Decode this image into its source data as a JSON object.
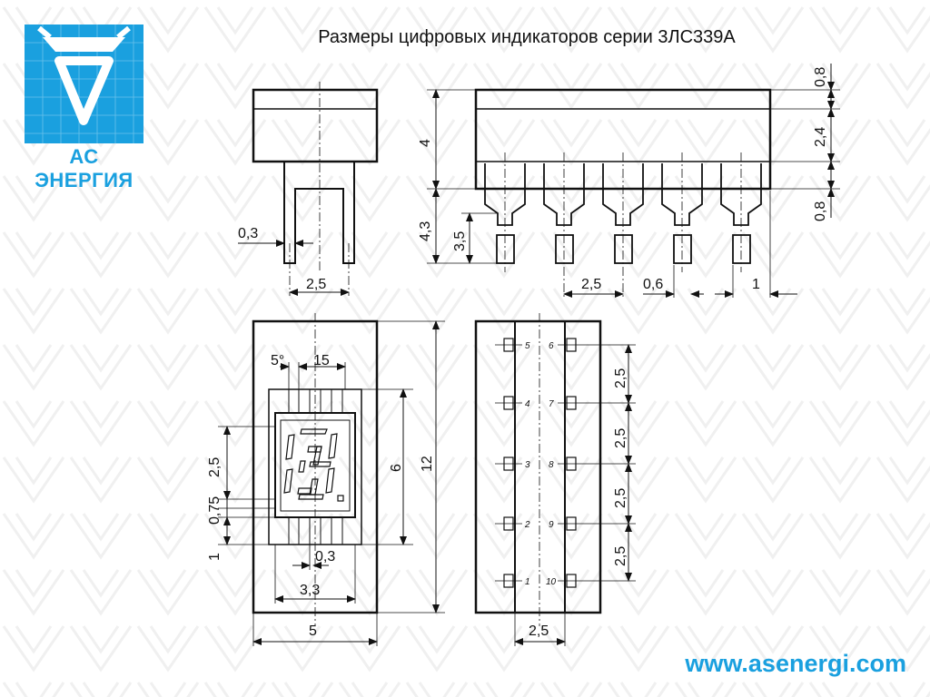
{
  "title": "Размеры цифровых индикаторов серии 3ЛС339А",
  "logo": {
    "text": "АС ЭНЕРГИЯ",
    "icon": "company-logo-icon"
  },
  "website": "www.asenergi.com",
  "colors": {
    "brand": "#1aa0df",
    "lines": "#111111",
    "watermark": "#f0f0f0"
  },
  "dims": {
    "side_pin_width": "0,3",
    "side_pitch": "2,5",
    "front_height": "4",
    "front_top": "0,8",
    "front_body": "2,4",
    "front_bottom": "0,8",
    "lead_total": "4,3",
    "lead_length": "3,5",
    "front_pitch": "2,5",
    "front_pin_width": "0,6",
    "front_end": "1",
    "angle": "5°",
    "segment_width": "15",
    "digit_height": "2,5",
    "segment_gap": "0,75",
    "digit_bottom": "1",
    "segment_thick": "0,3",
    "digit_width": "3,3",
    "body_width": "5",
    "window_height": "6",
    "body_height": "12",
    "row_pitch": "2,5",
    "pitch_1": "2,5",
    "pitch_2": "2,5",
    "pitch_3": "2,5",
    "pitch_4": "2,5"
  },
  "pins": {
    "left": [
      "5",
      "4",
      "3",
      "2",
      "1"
    ],
    "right": [
      "6",
      "7",
      "8",
      "9",
      "10"
    ]
  }
}
